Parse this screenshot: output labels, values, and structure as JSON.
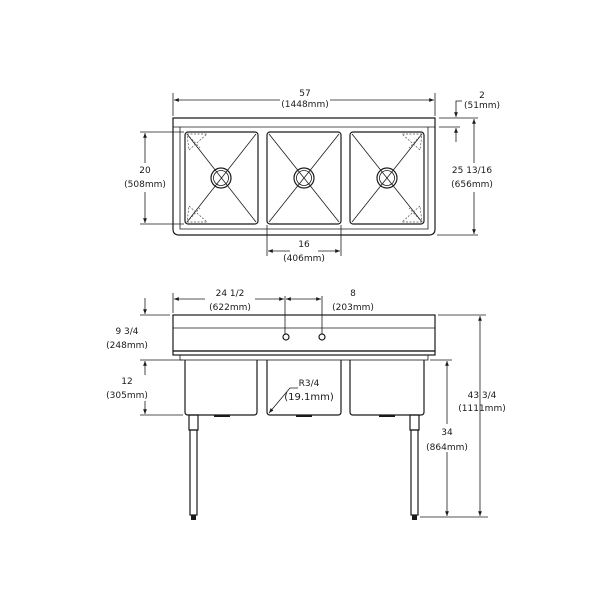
{
  "top_view": {
    "overall_width": {
      "in": "57",
      "mm": "(1448mm)"
    },
    "backsplash": {
      "in": "2",
      "mm": "(51mm)"
    },
    "overall_depth": {
      "in": "25 13/16",
      "mm": "(656mm)"
    },
    "bowl_depth": {
      "in": "20",
      "mm": "(508mm)"
    },
    "bowl_width": {
      "in": "16",
      "mm": "(406mm)"
    }
  },
  "front_view": {
    "faucet_offset": {
      "in": "24 1/2",
      "mm": "(622mm)"
    },
    "faucet_spacing": {
      "in": "8",
      "mm": "(203mm)"
    },
    "backsplash_height": {
      "in": "9 3/4",
      "mm": "(248mm)"
    },
    "bowl_height": {
      "in": "12",
      "mm": "(305mm)"
    },
    "corner_radius": {
      "in": "R3/4",
      "mm": "(19.1mm)"
    },
    "rim_height": {
      "in": "34",
      "mm": "(864mm)"
    },
    "overall_height": {
      "in": "43 3/4",
      "mm": "(1111mm)"
    }
  },
  "colors": {
    "line": "#1a1a1a",
    "background": "#ffffff"
  }
}
